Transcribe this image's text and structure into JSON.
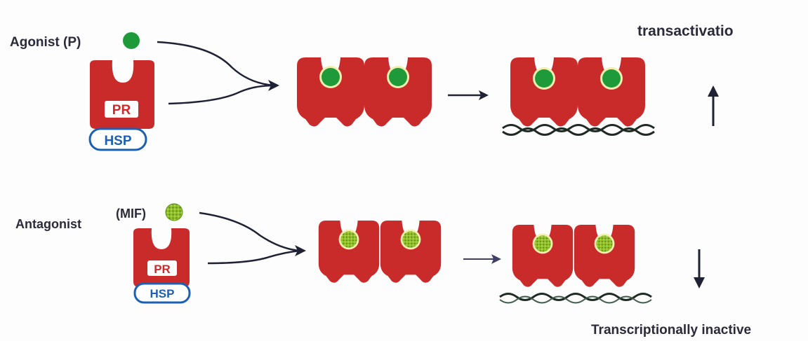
{
  "agonist_row": {
    "ligand_label": "Agonist (P)",
    "receptor_label": "PR",
    "chaperone_label": "HSP",
    "outcome_label": "transactivatio",
    "outcome_direction": "up"
  },
  "antagonist_row": {
    "ligand_label": "Antagonist",
    "ligand_abbrev": "(MIF)",
    "receptor_label": "PR",
    "chaperone_label": "HSP",
    "outcome_label": "Transcriptionally inactive",
    "outcome_direction": "down"
  },
  "colors": {
    "receptor": "#c92b2b",
    "receptor_dark": "#a51f1f",
    "agonist_ligand": "#1f9a3a",
    "antagonist_ligand": "#8fbf2a",
    "hsp": "#1d5fb0",
    "text": "#2a2a3a",
    "dna": "#1f2a24",
    "arrow": "#1f2235"
  }
}
